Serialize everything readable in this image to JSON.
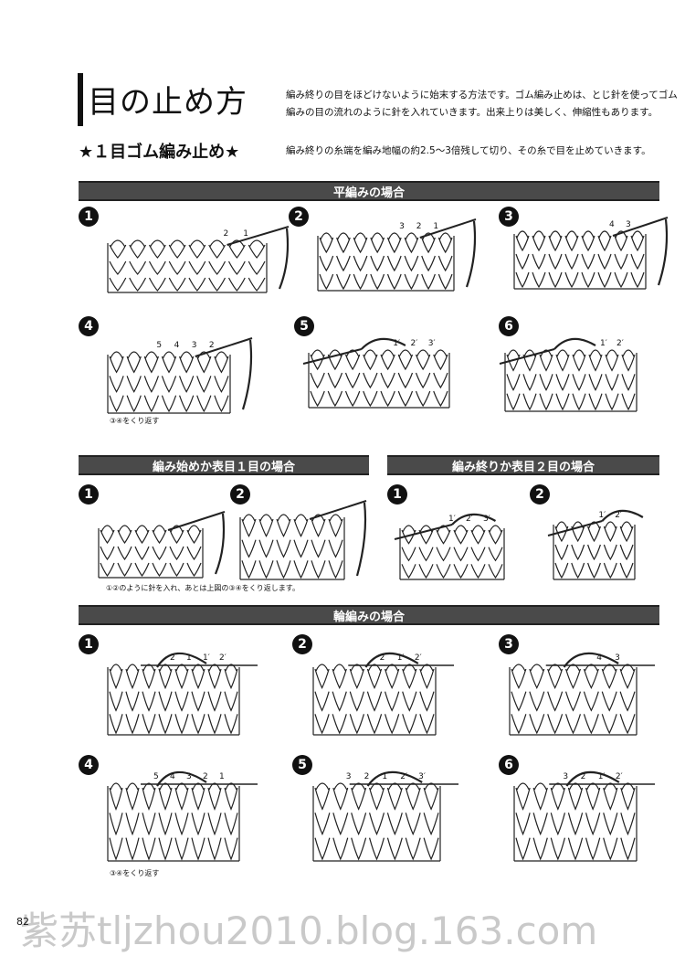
{
  "title": "目の止め方",
  "intro_lines": [
    "編み終りの目をほどけないように始末する方法です。ゴム編み止めは、とじ針を使ってゴム",
    "編みの目の流れのように針を入れていきます。出来上りは美しく、伸縮性もあります。"
  ],
  "subtitle": "★１目ゴム編み止め★",
  "subtitle_note": "編み終りの糸端を編み地幅の約2.5～3倍残して切り、その糸で目を止めていきます。",
  "sections": {
    "flat": "平編みの場合",
    "start": "編み始めか表目１目の場合",
    "end": "編み終りか表目２目の場合",
    "round": "輪編みの場合"
  },
  "numbers": [
    "1",
    "2",
    "3",
    "4",
    "5",
    "6"
  ],
  "captions": {
    "flat_repeat": "③④をくり返す",
    "start_note": "①②のように針を入れ、あとは上図の③④をくり返します。",
    "round_repeat": "③④をくり返す"
  },
  "stitch_labels": {
    "f1": [
      "2",
      "1"
    ],
    "f2": [
      "3",
      "2",
      "1"
    ],
    "f3": [
      "4",
      "3"
    ],
    "f4": [
      "5",
      "4",
      "3",
      "2"
    ],
    "f5": [
      "1′",
      "2′",
      "3′"
    ],
    "f6": [
      "1′",
      "2′"
    ],
    "e1": [
      "1′",
      "2′",
      "3′"
    ],
    "e2": [
      "1′",
      "2′"
    ],
    "r1": [
      "2",
      "1",
      "1′",
      "2′"
    ],
    "r2": [
      "2",
      "1′",
      "2′"
    ],
    "r3": [
      "4",
      "3"
    ],
    "r4": [
      "5",
      "4",
      "3",
      "2",
      "1"
    ],
    "r5": [
      "3",
      "2",
      "1",
      "2′",
      "3′"
    ],
    "r6": [
      "3",
      "2",
      "1′",
      "2′"
    ]
  },
  "page_number": "82",
  "watermark": "紫苏tljzhou2010.blog.163.com"
}
